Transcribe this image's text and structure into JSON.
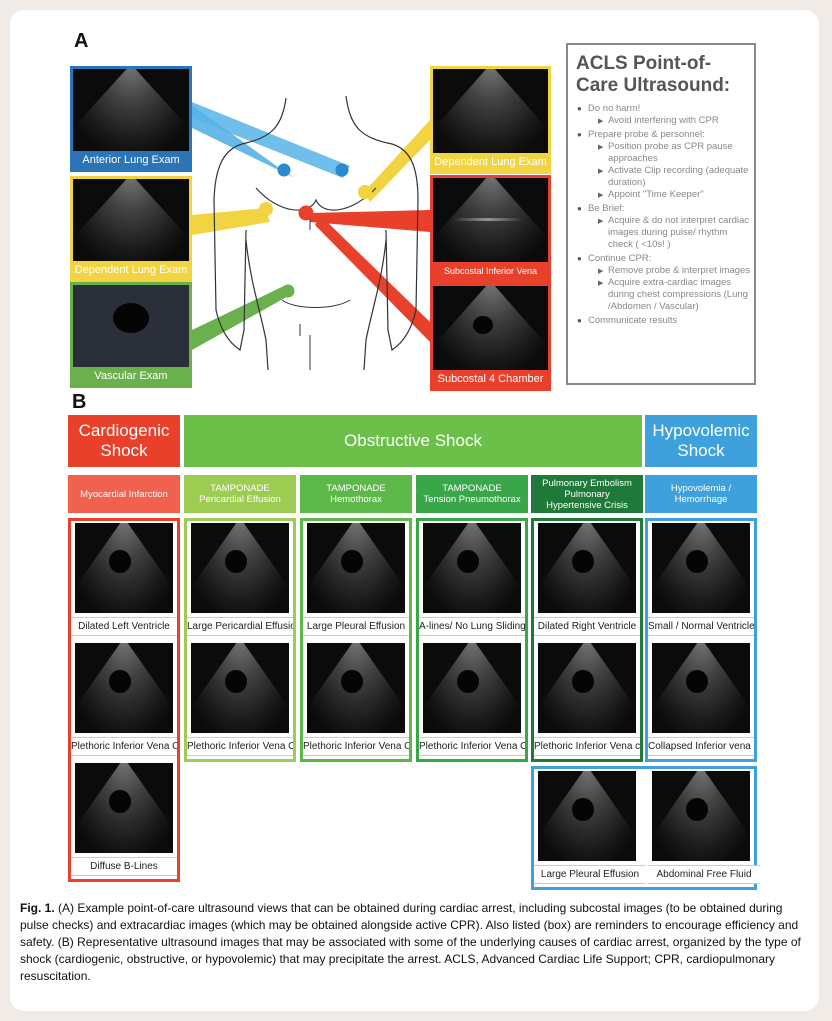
{
  "panel_a": {
    "letter": "A",
    "tiles": [
      {
        "label": "Anterior Lung Exam",
        "color": "#2b74b8"
      },
      {
        "label": "Dependent Lung Exam",
        "color": "#f2d442"
      },
      {
        "label": "Vascular Exam",
        "color": "#6ab04c"
      },
      {
        "label": "Dependent Lung Exam",
        "color": "#f2d442"
      },
      {
        "label": "Subcostal Inferior Vena Cava",
        "color": "#e8402a"
      },
      {
        "label": "Subcostal 4 Chamber",
        "color": "#e8402a"
      }
    ],
    "acls": {
      "title": "ACLS Point-of-Care Ultrasound:",
      "items": [
        {
          "level": 1,
          "text": "Do no harm!"
        },
        {
          "level": 2,
          "text": "Avoid interfering with CPR"
        },
        {
          "level": 1,
          "text": "Prepare probe & personnel:"
        },
        {
          "level": 2,
          "text": "Position probe as CPR pause approaches"
        },
        {
          "level": 2,
          "text": "Activate Clip recording (adequate duration)"
        },
        {
          "level": 2,
          "text": "Appoint \"Time Keeper\""
        },
        {
          "level": 1,
          "text": "Be Brief:"
        },
        {
          "level": 2,
          "text": "Acquire & do not interpret cardiac images during pulse/ rhythm check ( <10s! )"
        },
        {
          "level": 1,
          "text": "Continue CPR:"
        },
        {
          "level": 2,
          "text": "Remove probe & interpret images"
        },
        {
          "level": 2,
          "text": "Acquire extra-cardiac images during chest compressions (Lung /Abdomen / Vascular)"
        },
        {
          "level": 1,
          "text": "Communicate results"
        }
      ]
    }
  },
  "panel_b": {
    "letter": "B",
    "shock_types": [
      {
        "label": "Cardiogenic Shock",
        "color": "#e8402a"
      },
      {
        "label": "Obstructive Shock",
        "color": "#6cc04a"
      },
      {
        "label": "Hypovolemic Shock",
        "color": "#3fa1dc"
      }
    ],
    "columns": [
      {
        "header": "Myocardial Infarction",
        "header_color": "#f0624e",
        "border": "#e8402a",
        "captions": [
          "Dilated Left Ventricle",
          "Plethoric Inferior Vena Cava",
          "Diffuse B-Lines"
        ]
      },
      {
        "header": "TAMPONADE\nPericardial Effusion",
        "header_color": "#9ccc52",
        "border": "#9ccc52",
        "captions": [
          "Large Pericardial Effusion",
          "Plethoric Inferior Vena Cava"
        ]
      },
      {
        "header": "TAMPONADE\nHemothorax",
        "header_color": "#5cb848",
        "border": "#5cb848",
        "captions": [
          "Large Pleural Effusion",
          "Plethoric Inferior Vena Cava"
        ]
      },
      {
        "header": "TAMPONADE\nTension Pneumothorax",
        "header_color": "#3aa64a",
        "border": "#3aa64a",
        "captions": [
          "A-lines/ No Lung Sliding",
          "Plethoric Inferior Vena Cava"
        ]
      },
      {
        "header": "Pulmonary Embolism\nPulmonary\nHypertensive Crisis",
        "header_color": "#1f7a3a",
        "border": "#1f7a3a",
        "captions": [
          "Dilated Right Ventricle",
          "Plethoric Inferior Vena cava"
        ]
      },
      {
        "header": "Hypovolemia /\nHemorrhage",
        "header_color": "#3fa1dc",
        "border": "#3fa1dc",
        "captions": [
          "Small / Normal Ventricles",
          "Collapsed Inferior vena cava"
        ]
      }
    ],
    "extra_captions": [
      "Large Pleural Effusion",
      "Abdominal Free Fluid"
    ]
  },
  "caption": {
    "fig": "Fig. 1.",
    "text": "(A) Example point-of-care ultrasound views that can be obtained during cardiac arrest, including subcostal images (to be obtained during pulse checks) and extracardiac images (which may be obtained alongside active CPR). Also listed (box) are reminders to encourage efficiency and safety. (B) Representative ultrasound images that may be associated with some of the underlying causes of cardiac arrest, organized by the type of shock (cardiogenic, obstructive, or hypovolemic) that may precipitate the arrest. ACLS, Advanced Cardiac Life Support; CPR, cardiopulmonary resuscitation."
  }
}
